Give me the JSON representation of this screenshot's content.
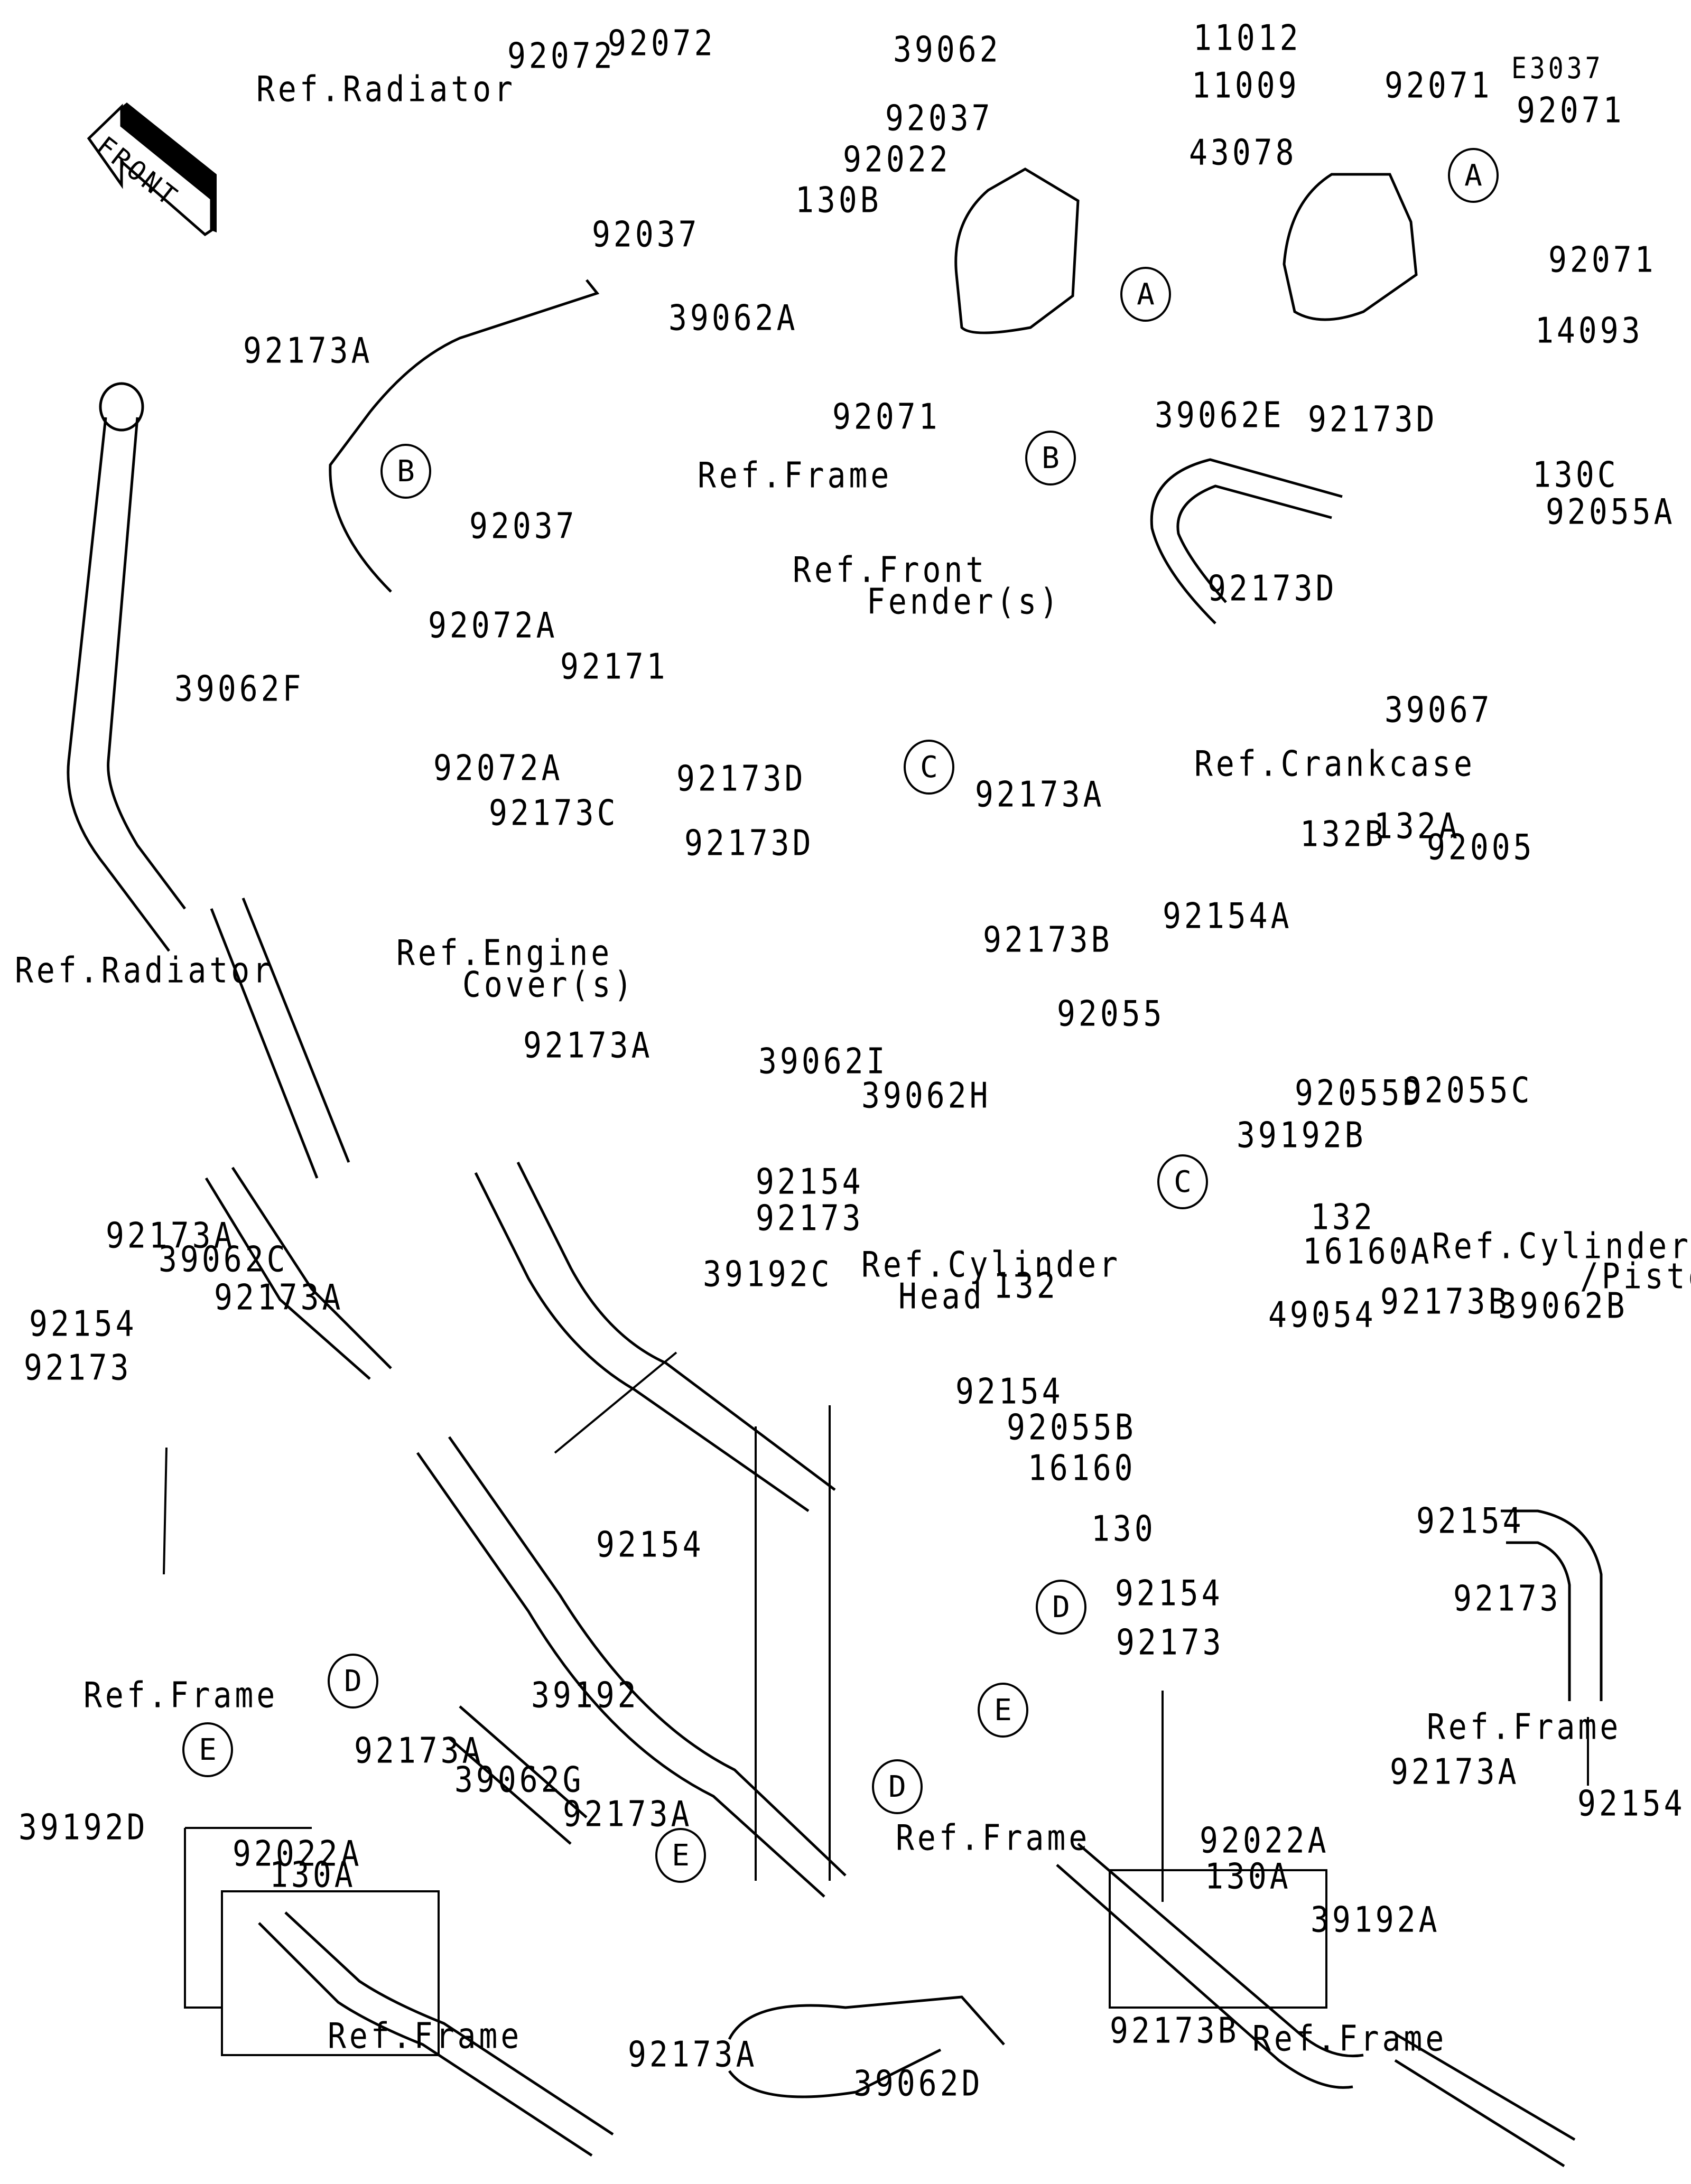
{
  "diagram": {
    "code": "E3037",
    "direction_indicator": "FRONT",
    "callout_letters": [
      "A",
      "B",
      "C",
      "D",
      "E"
    ],
    "labels": [
      {
        "id": "l1",
        "text": "Ref.Radiator"
      },
      {
        "id": "l2",
        "text": "92072"
      },
      {
        "id": "l3",
        "text": "92072"
      },
      {
        "id": "l4",
        "text": "92037"
      },
      {
        "id": "l5",
        "text": "39062A"
      },
      {
        "id": "l6",
        "text": "92173A"
      },
      {
        "id": "l7",
        "text": "92037"
      },
      {
        "id": "l8",
        "text": "39062"
      },
      {
        "id": "l9",
        "text": "92037"
      },
      {
        "id": "l10",
        "text": "92022"
      },
      {
        "id": "l11",
        "text": "130B"
      },
      {
        "id": "l12",
        "text": "11012"
      },
      {
        "id": "l13",
        "text": "11009"
      },
      {
        "id": "l14",
        "text": "43078"
      },
      {
        "id": "l15",
        "text": "92071"
      },
      {
        "id": "l16",
        "text": "Ref.Frame"
      },
      {
        "id": "l17",
        "text": "Ref.Front"
      },
      {
        "id": "l18",
        "text": "Fender(s)"
      },
      {
        "id": "l19",
        "text": "92071"
      },
      {
        "id": "l20",
        "text": "92071"
      },
      {
        "id": "l21",
        "text": "92071"
      },
      {
        "id": "l22",
        "text": "14093"
      },
      {
        "id": "l23",
        "text": "39062E"
      },
      {
        "id": "l24",
        "text": "92173D"
      },
      {
        "id": "l25",
        "text": "130C"
      },
      {
        "id": "l26",
        "text": "92055A"
      },
      {
        "id": "l27",
        "text": "92173D"
      },
      {
        "id": "l28",
        "text": "39067"
      },
      {
        "id": "l29",
        "text": "92072A"
      },
      {
        "id": "l30",
        "text": "92171"
      },
      {
        "id": "l31",
        "text": "39062F"
      },
      {
        "id": "l32",
        "text": "92072A"
      },
      {
        "id": "l33",
        "text": "Ref.Crankcase"
      },
      {
        "id": "l34",
        "text": "92173D"
      },
      {
        "id": "l35",
        "text": "92173C"
      },
      {
        "id": "l36",
        "text": "92173D"
      },
      {
        "id": "l37",
        "text": "92173A"
      },
      {
        "id": "l38",
        "text": "132B"
      },
      {
        "id": "l39",
        "text": "132A"
      },
      {
        "id": "l40",
        "text": "92005"
      },
      {
        "id": "l41",
        "text": "Ref.Engine"
      },
      {
        "id": "l42",
        "text": "Cover(s)"
      },
      {
        "id": "l43",
        "text": "92154A"
      },
      {
        "id": "l44",
        "text": "Ref.Radiator"
      },
      {
        "id": "l45",
        "text": "39062I"
      },
      {
        "id": "l46",
        "text": "92173B"
      },
      {
        "id": "l47",
        "text": "39062H"
      },
      {
        "id": "l48",
        "text": "92055D"
      },
      {
        "id": "l49",
        "text": "92055C"
      },
      {
        "id": "l50",
        "text": "39192B"
      },
      {
        "id": "l51",
        "text": "92173A"
      },
      {
        "id": "l52",
        "text": "92055"
      },
      {
        "id": "l53",
        "text": "92173A"
      },
      {
        "id": "l54",
        "text": "92154"
      },
      {
        "id": "l55",
        "text": "92173"
      },
      {
        "id": "l56",
        "text": "Ref.Cylinder"
      },
      {
        "id": "l57",
        "text": "Head"
      },
      {
        "id": "l58",
        "text": "132"
      },
      {
        "id": "l59",
        "text": "Ref.Cylinder"
      },
      {
        "id": "l60",
        "text": "/Piston(s)"
      },
      {
        "id": "l61",
        "text": "16160A"
      },
      {
        "id": "l62",
        "text": "39062C"
      },
      {
        "id": "l63",
        "text": "39192C"
      },
      {
        "id": "l64",
        "text": "132"
      },
      {
        "id": "l65",
        "text": "49054"
      },
      {
        "id": "l66",
        "text": "92173A"
      },
      {
        "id": "l67",
        "text": "92154"
      },
      {
        "id": "l68",
        "text": "92173B"
      },
      {
        "id": "l69",
        "text": "39062B"
      },
      {
        "id": "l70",
        "text": "92154"
      },
      {
        "id": "l71",
        "text": "92055B"
      },
      {
        "id": "l72",
        "text": "16160"
      },
      {
        "id": "l73",
        "text": "92173"
      },
      {
        "id": "l74",
        "text": "130"
      },
      {
        "id": "l75",
        "text": "92154"
      },
      {
        "id": "l76",
        "text": "92154"
      },
      {
        "id": "l77",
        "text": "92154"
      },
      {
        "id": "l78",
        "text": "92173"
      },
      {
        "id": "l79",
        "text": "92173"
      },
      {
        "id": "l80",
        "text": "Ref.Frame"
      },
      {
        "id": "l81",
        "text": "39192"
      },
      {
        "id": "l82",
        "text": "Ref.Frame"
      },
      {
        "id": "l83",
        "text": "92173A"
      },
      {
        "id": "l84",
        "text": "39062G"
      },
      {
        "id": "l85",
        "text": "92173A"
      },
      {
        "id": "l86",
        "text": "92173A"
      },
      {
        "id": "l87",
        "text": "39192D"
      },
      {
        "id": "l88",
        "text": "92022A"
      },
      {
        "id": "l89",
        "text": "130A"
      },
      {
        "id": "l90",
        "text": "Ref.Frame"
      },
      {
        "id": "l91",
        "text": "92022A"
      },
      {
        "id": "l92",
        "text": "130A"
      },
      {
        "id": "l93",
        "text": "92154"
      },
      {
        "id": "l94",
        "text": "39192A"
      },
      {
        "id": "l95",
        "text": "Ref.Frame"
      },
      {
        "id": "l96",
        "text": "92173A"
      },
      {
        "id": "l97",
        "text": "39062D"
      },
      {
        "id": "l98",
        "text": "92173B"
      },
      {
        "id": "l99",
        "text": "Ref.Frame"
      }
    ]
  }
}
